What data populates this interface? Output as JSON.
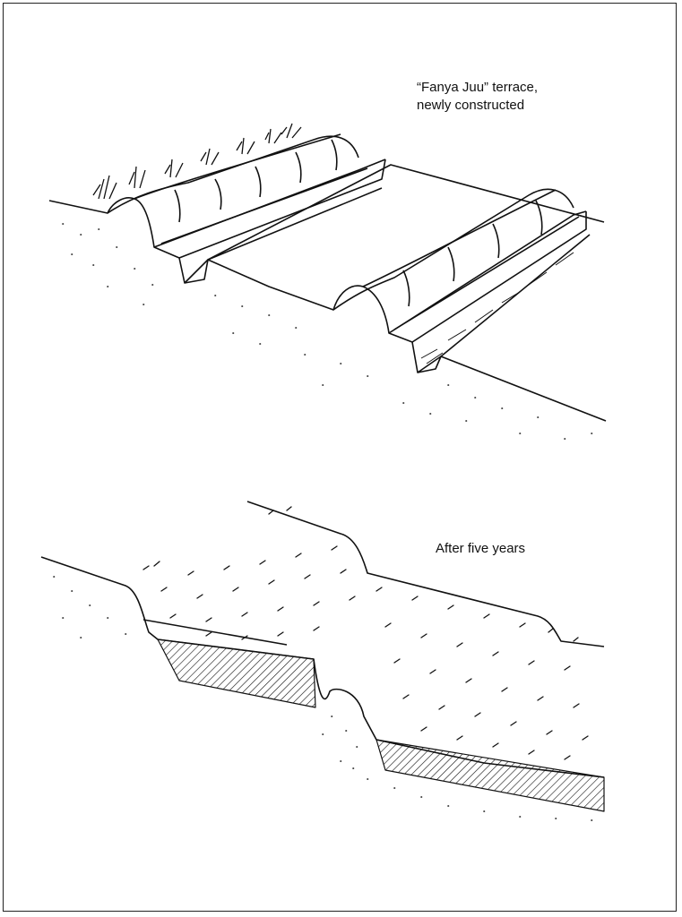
{
  "figure": {
    "top_caption_line1": "“Fanya Juu” terrace,",
    "top_caption_line2": "newly constructed",
    "bottom_caption": "After five years"
  },
  "colors": {
    "ink": "#111111",
    "paper": "#ffffff"
  }
}
